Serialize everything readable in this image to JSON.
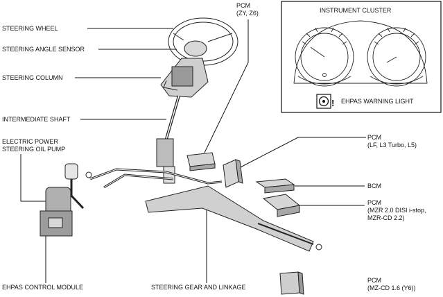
{
  "labels": {
    "steering_wheel": "STEERING WHEEL",
    "steering_angle_sensor": "STEERING ANGLE SENSOR",
    "steering_column": "STEERING COLUMN",
    "intermediate_shaft": "INTERMEDIATE SHAFT",
    "oil_pump_line1": "ELECTRIC POWER",
    "oil_pump_line2": "STEERING OIL PUMP",
    "control_module": "EHPAS CONTROL MODULE",
    "steering_gear": "STEERING GEAR AND LINKAGE",
    "pcm_zy_line1": "PCM",
    "pcm_zy_line2": "(ZY, Z6)",
    "instrument_cluster": "INSTRUMENT CLUSTER",
    "warning_light": "EHPAS WARNING LIGHT",
    "pcm_lf_line1": "PCM",
    "pcm_lf_line2": "(LF, L3 Turbo, L5)",
    "bcm": "BCM",
    "pcm_mzr_line1": "PCM",
    "pcm_mzr_line2": "(MZR 2.0 DISI i-stop,",
    "pcm_mzr_line3": "MZR-CD 2.2)",
    "pcm_cd_line1": "PCM",
    "pcm_cd_line2": "(MZ-CD 1.6 (Y6))"
  },
  "icons": {
    "warning": "steering-wheel-warning-icon"
  }
}
